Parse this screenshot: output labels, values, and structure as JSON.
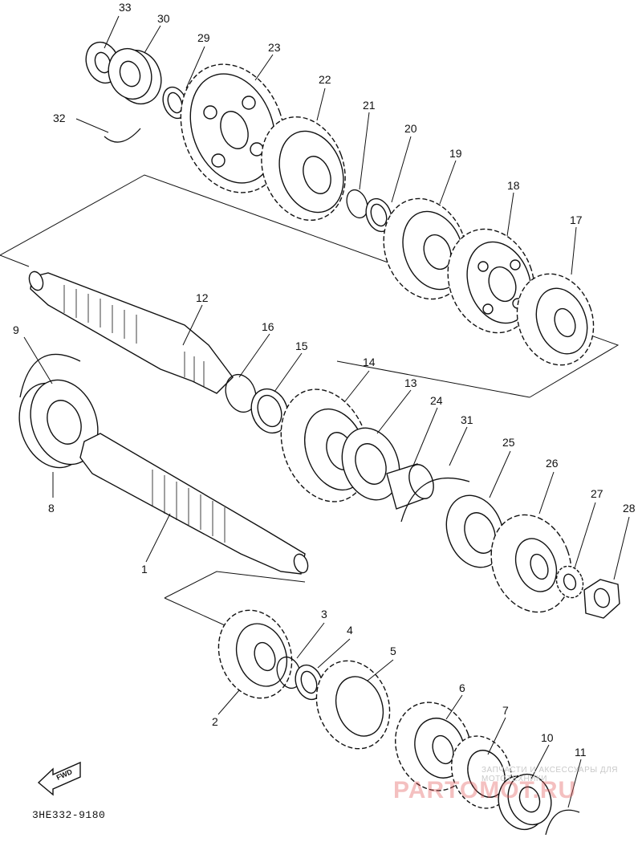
{
  "diagram": {
    "doc_code": "3HE332-9180",
    "fwd_label": "FWD",
    "watermark": {
      "small": "ЗАПЧАСТИ И АКСЕССУАРЫ ДЛЯ МОТОТЕХНИКИ",
      "large": "PARTOMOT.RU"
    },
    "part_labels": [
      "33",
      "30",
      "29",
      "23",
      "22",
      "21",
      "20",
      "19",
      "18",
      "17",
      "32",
      "12",
      "9",
      "16",
      "15",
      "14",
      "13",
      "24",
      "31",
      "25",
      "26",
      "27",
      "28",
      "8",
      "1",
      "3",
      "4",
      "5",
      "6",
      "7",
      "10",
      "11",
      "2"
    ],
    "colors": {
      "line": "#111111",
      "background": "#ffffff",
      "watermark": "#e15a5a"
    },
    "icons": [
      "fwd-arrow-icon"
    ]
  }
}
